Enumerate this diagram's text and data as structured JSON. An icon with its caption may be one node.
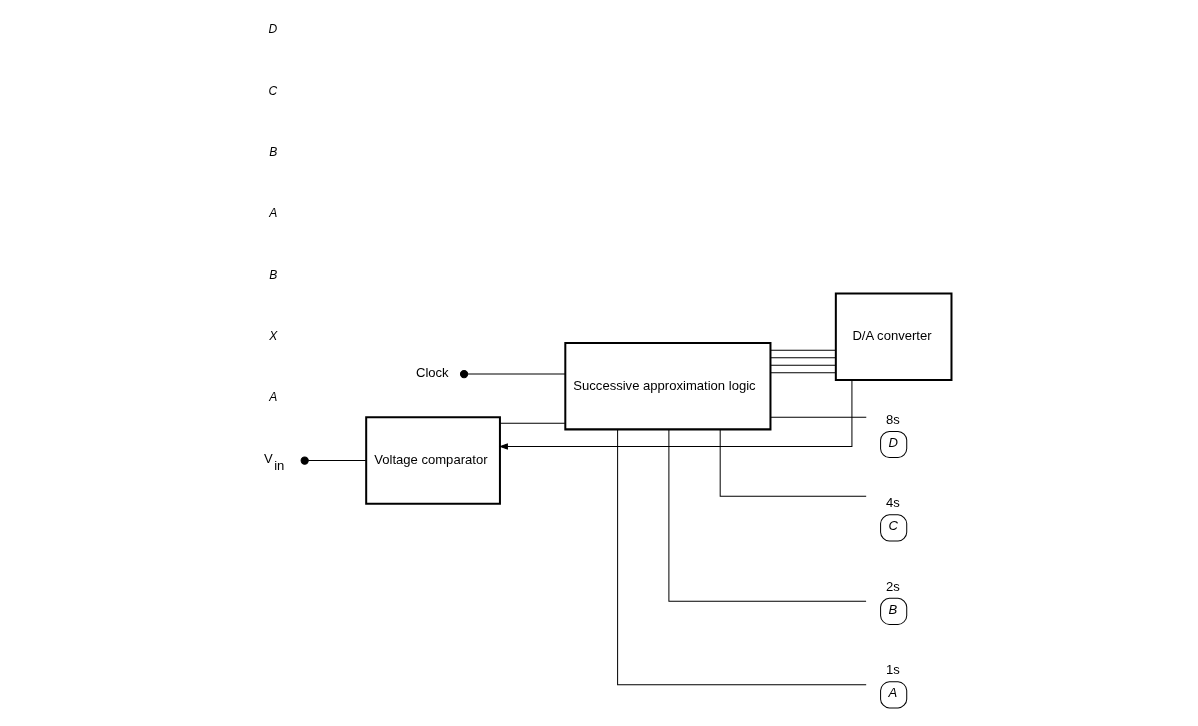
{
  "diagram": {
    "nodes": [
      {
        "text": [
          "Clock"
        ]
      },
      {
        "text": [
          "Successive approximation logic"
        ]
      },
      {
        "text": [
          "V$_{in}$"
        ]
      },
      {
        "text": [
          "Voltage comparator"
        ]
      },
      {
        "text": [
          "D/A converter"
        ]
      },
      {
        "text": [
          "D"
        ],
        "beside": [
          "8s"
        ]
      },
      {
        "text": [
          "C"
        ],
        "beside": [
          "4s"
        ]
      },
      {
        "text": [
          "B"
        ],
        "beside": [
          "2s"
        ]
      },
      {
        "text": [
          "A"
        ],
        "beside": [
          "1s"
        ]
      }
    ],
    "edges": [
      {
        "from": 0,
        "to": 1,
        "arrow": "other"
      },
      {
        "from": 2,
        "to": 3,
        "arrow": "other"
      },
      {
        "from": 3,
        "to": 1,
        "arrow": "none"
      },
      {
        "from": 1,
        "to": 5,
        "arrow": "none"
      },
      {
        "from": 1,
        "to": 6,
        "arrow": "none"
      },
      {
        "from": 1,
        "to": 7,
        "arrow": "none"
      },
      {
        "from": 1,
        "to": 8,
        "arrow": "none"
      },
      {
        "from": 1,
        "to": 4,
        "arrow": "none"
      },
      {
        "from": 1,
        "to": 4,
        "arrow": "none"
      },
      {
        "from": 1,
        "to": 4,
        "arrow": "none"
      },
      {
        "from": 1,
        "to": 4,
        "arrow": "none"
      },
      {
        "from": 4,
        "to": 3,
        "arrow": "to"
      }
    ],
    "labels": [
      "A",
      "X",
      "B",
      "A",
      "B",
      "C",
      "D"
    ]
  }
}
